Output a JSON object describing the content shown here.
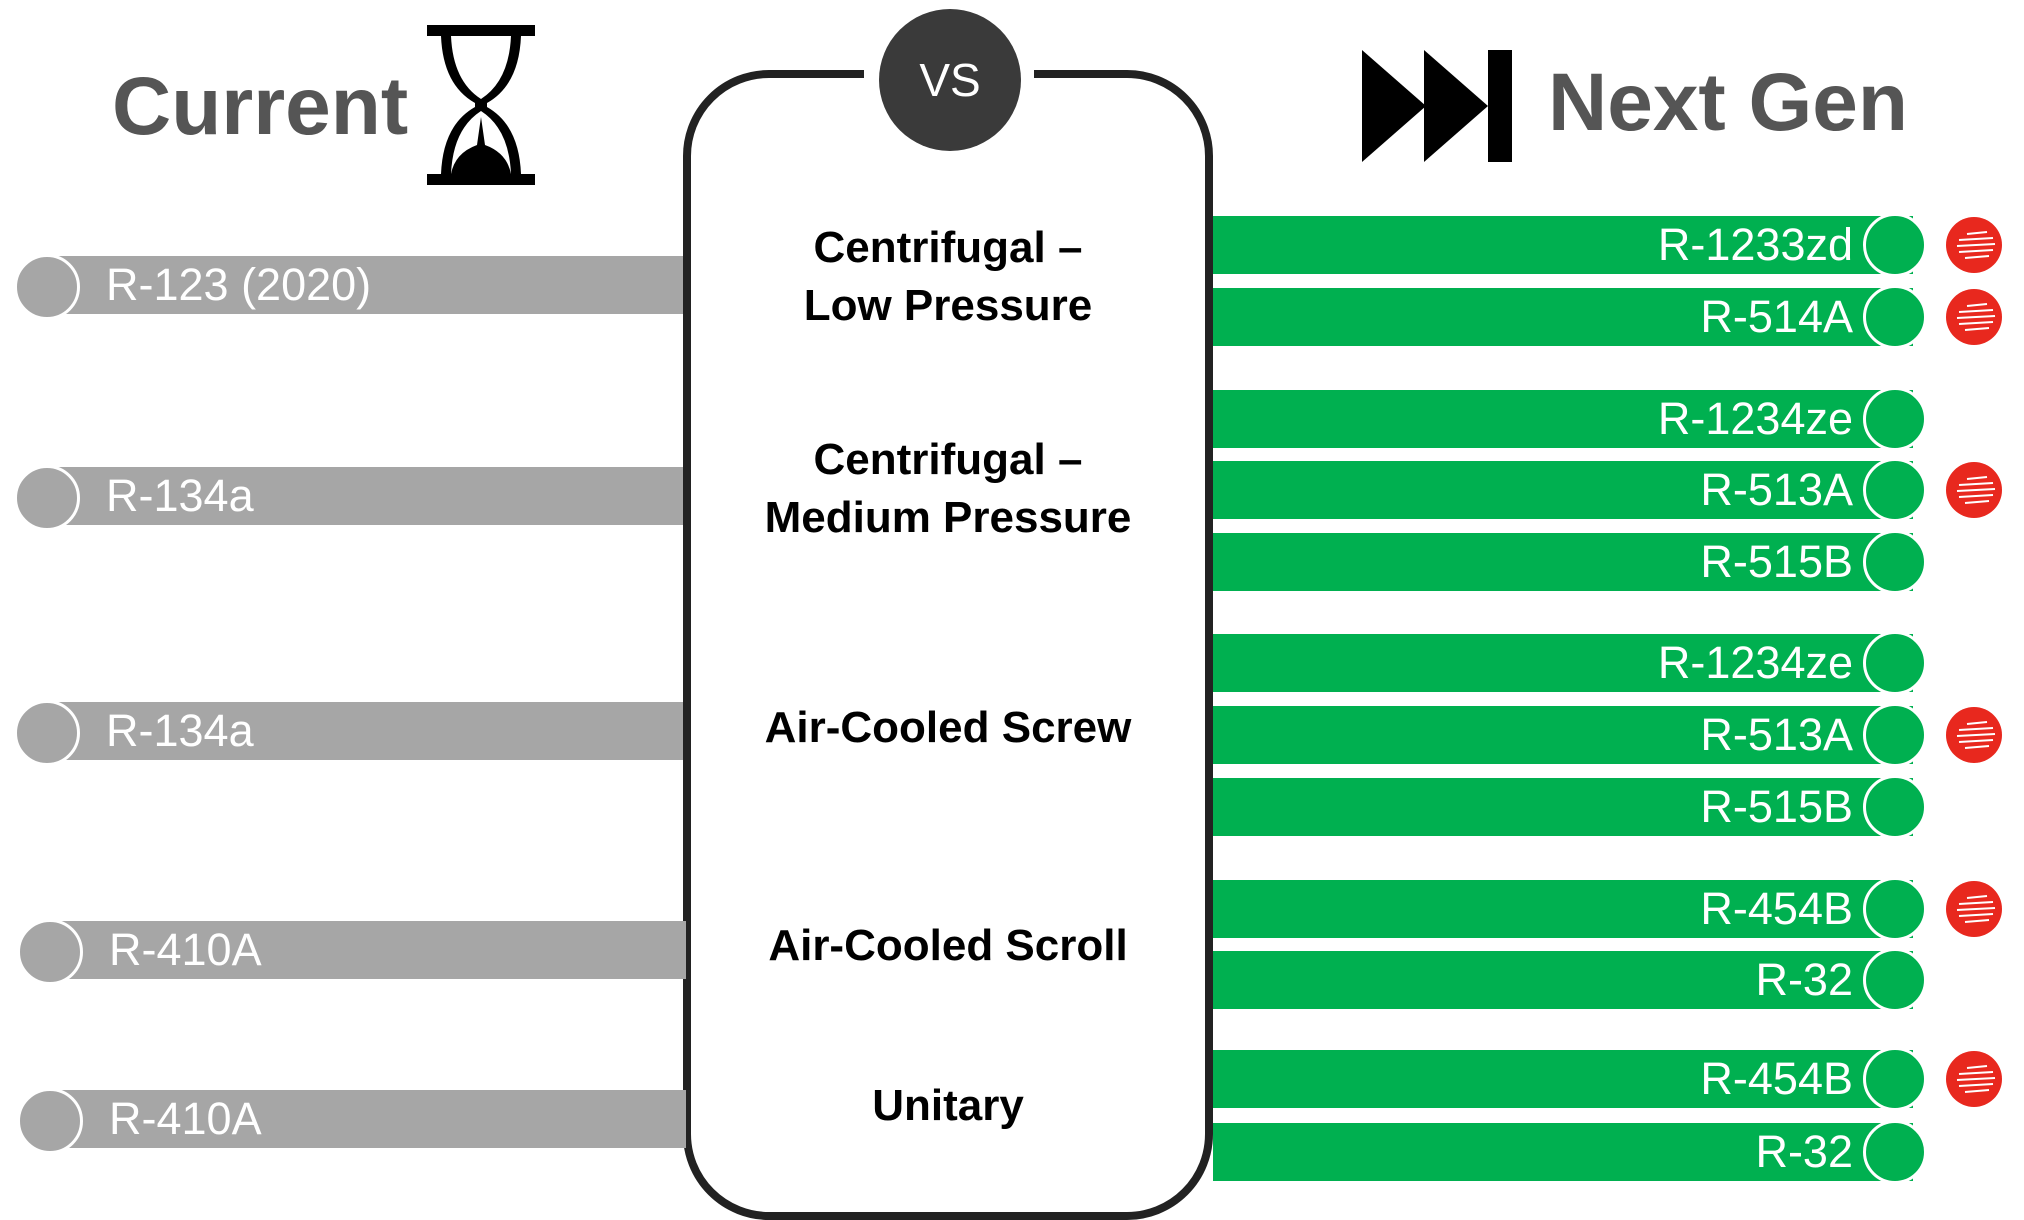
{
  "header": {
    "current_label": "Current",
    "current_icon": "hourglass-icon",
    "next_label": "Next Gen",
    "next_icon": "fast-forward-icon",
    "vs_label": "VS"
  },
  "colors": {
    "current_bar": "#a6a6a6",
    "next_bar": "#00b050",
    "badge": "#e8281e",
    "vs_circle": "#3a3a3a",
    "outline": "#222222"
  },
  "categories": [
    {
      "lines": [
        "Centrifugal –",
        "Low Pressure"
      ]
    },
    {
      "lines": [
        "Centrifugal –",
        "Medium Pressure"
      ]
    },
    {
      "lines": [
        "Air-Cooled Screw"
      ]
    },
    {
      "lines": [
        "Air-Cooled Scroll"
      ]
    },
    {
      "lines": [
        "Unitary"
      ]
    }
  ],
  "current": [
    {
      "label": "R-123 (2020)"
    },
    {
      "label": "R-134a"
    },
    {
      "label": "R-134a"
    },
    {
      "label": "R-410A"
    },
    {
      "label": "R-410A"
    }
  ],
  "next_gen": [
    {
      "label": "R-1233zd",
      "badge": true
    },
    {
      "label": "R-514A",
      "badge": true
    },
    {
      "label": "R-1234ze",
      "badge": false
    },
    {
      "label": "R-513A",
      "badge": true
    },
    {
      "label": "R-515B",
      "badge": false
    },
    {
      "label": "R-1234ze",
      "badge": false
    },
    {
      "label": "R-513A",
      "badge": true
    },
    {
      "label": "R-515B",
      "badge": false
    },
    {
      "label": "R-454B",
      "badge": true
    },
    {
      "label": "R-32",
      "badge": false
    },
    {
      "label": "R-454B",
      "badge": true
    },
    {
      "label": "R-32",
      "badge": false
    }
  ]
}
